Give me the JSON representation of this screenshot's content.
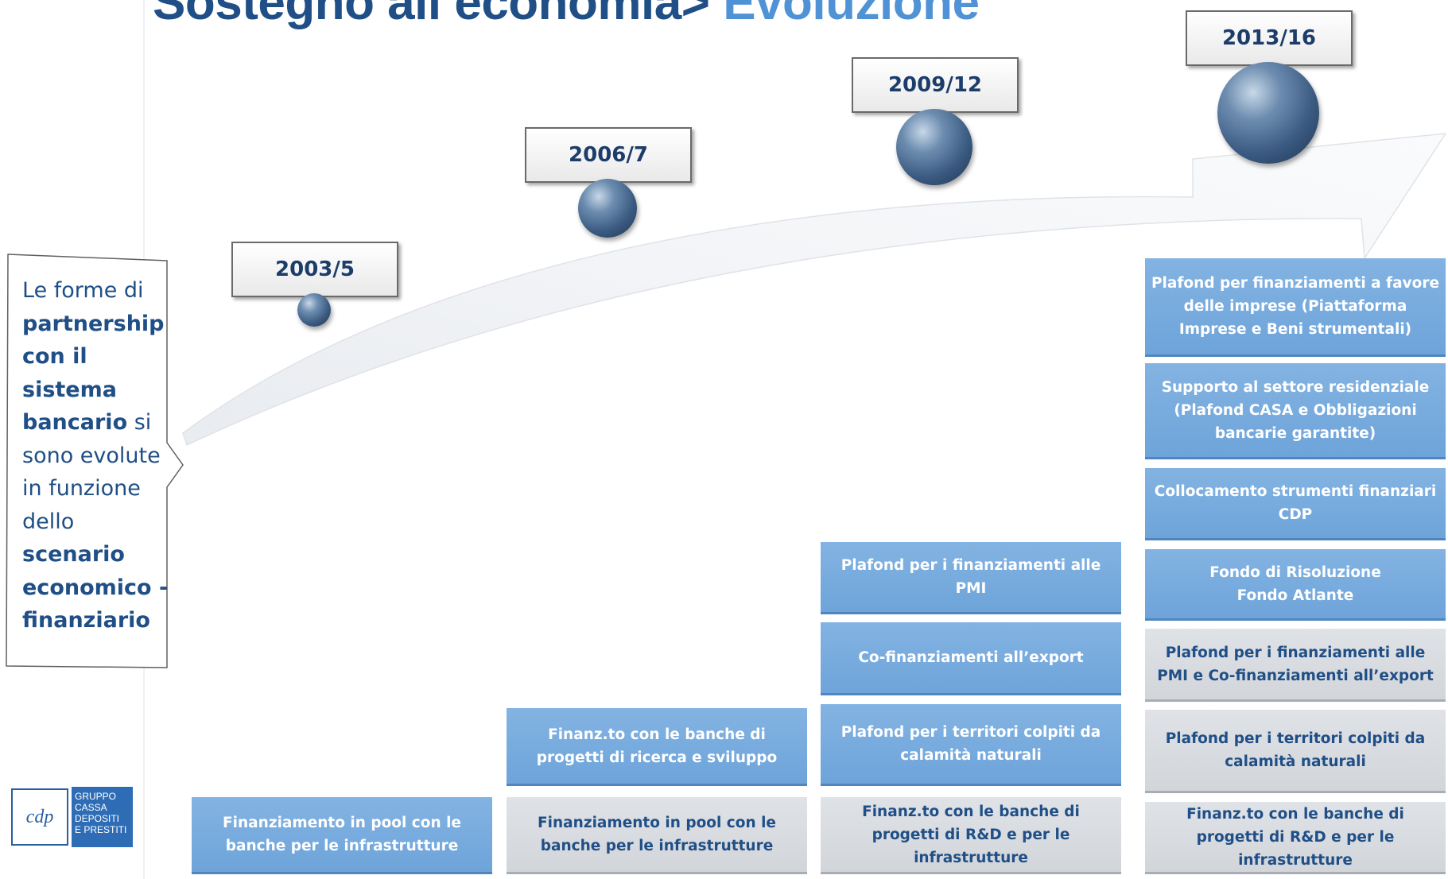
{
  "title": {
    "main": "Sostegno all’economia>",
    "sub": " Evoluzione"
  },
  "callout": {
    "segments": [
      {
        "text": "Le forme di ",
        "bold": false
      },
      {
        "text": "partnership con il sistema bancario",
        "bold": true
      },
      {
        "text": " si sono evolute in funzione dello ",
        "bold": false
      },
      {
        "text": "scenario economico - finanziario",
        "bold": true
      }
    ]
  },
  "periods": [
    {
      "year": "2003/5"
    },
    {
      "year": "2006/7"
    },
    {
      "year": "2009/12"
    },
    {
      "year": "2013/16"
    }
  ],
  "columns": [
    {
      "items": [
        {
          "text": "Finanziamento in pool con le banche per le infrastrutture",
          "style": "blue"
        }
      ]
    },
    {
      "items": [
        {
          "text": "Finanz.to con le banche di progetti di ricerca e sviluppo",
          "style": "blue"
        },
        {
          "text": "Finanziamento in pool con le banche per le infrastrutture",
          "style": "gray"
        }
      ]
    },
    {
      "items": [
        {
          "text": "Plafond per i finanziamenti alle PMI",
          "style": "blue"
        },
        {
          "text": "Co-finanziamenti all’export",
          "style": "blue"
        },
        {
          "text": "Plafond per i territori colpiti da calamità naturali",
          "style": "blue"
        },
        {
          "text": "Finanz.to con le banche di progetti di R&D e per le infrastrutture",
          "style": "gray"
        }
      ]
    },
    {
      "items": [
        {
          "text": "Plafond per finanziamenti a favore delle imprese (Piattaforma Imprese e Beni strumentali)",
          "style": "blue"
        },
        {
          "text": "Supporto al settore residenziale (Plafond CASA e Obbligazioni bancarie garantite)",
          "style": "blue"
        },
        {
          "text": "Collocamento strumenti finanziari CDP",
          "style": "blue"
        },
        {
          "text": "Fondo di Risoluzione\nFondo Atlante",
          "style": "blue"
        },
        {
          "text": "Plafond per i finanziamenti alle PMI e Co-finanziamenti all’export",
          "style": "gray"
        },
        {
          "text": "Plafond per i territori colpiti da calamità naturali",
          "style": "gray"
        },
        {
          "text": "Finanz.to con le banche di progetti di R&D e per le infrastrutture",
          "style": "gray"
        }
      ]
    }
  ],
  "logo": {
    "mark": "cdp",
    "lines": [
      "GRUPPO",
      "CASSA",
      "DEPOSITI",
      "E PRESTITI"
    ]
  }
}
